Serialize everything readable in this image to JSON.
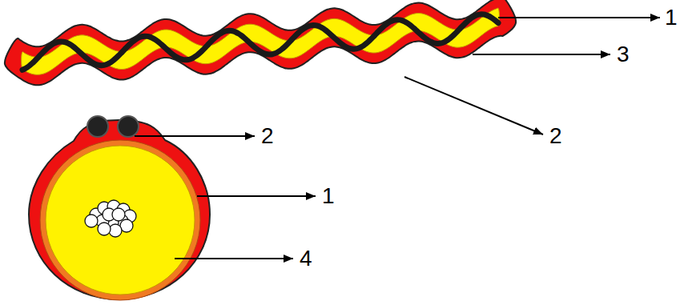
{
  "diagram": {
    "labels": [
      "1",
      "3",
      "2",
      "2",
      "1",
      "4"
    ]
  }
}
